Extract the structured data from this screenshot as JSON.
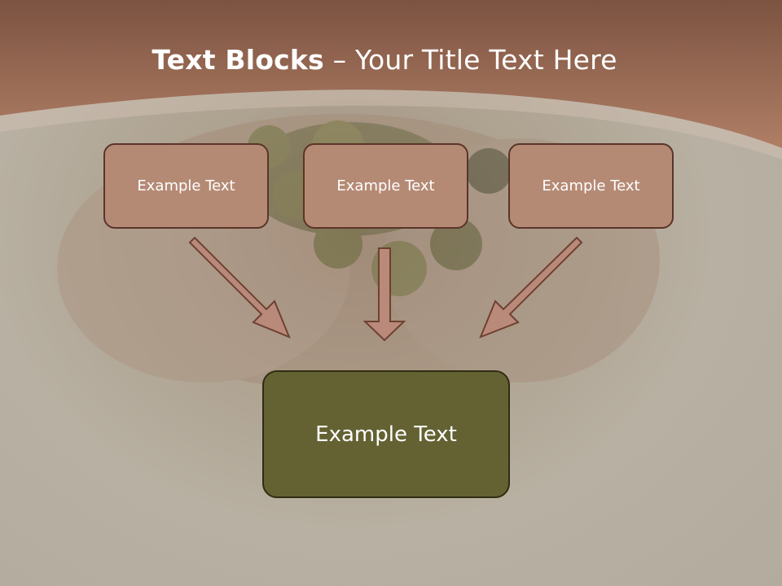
{
  "slide": {
    "title_bold": "Text Blocks",
    "title_sep": " – ",
    "title_rest": "Your Title Text Here"
  },
  "diagram": {
    "top_boxes": [
      {
        "label": "Example Text"
      },
      {
        "label": "Example Text"
      },
      {
        "label": "Example Text"
      }
    ],
    "main_box": {
      "label": "Example Text"
    }
  },
  "colors": {
    "header": "#a8725c",
    "box_fill": "#b58a75",
    "box_border": "#5a3528",
    "main_fill": "#646233",
    "main_border": "#2f2d12",
    "arrow_fill": "#b9897a",
    "arrow_stroke": "#6e4132"
  }
}
